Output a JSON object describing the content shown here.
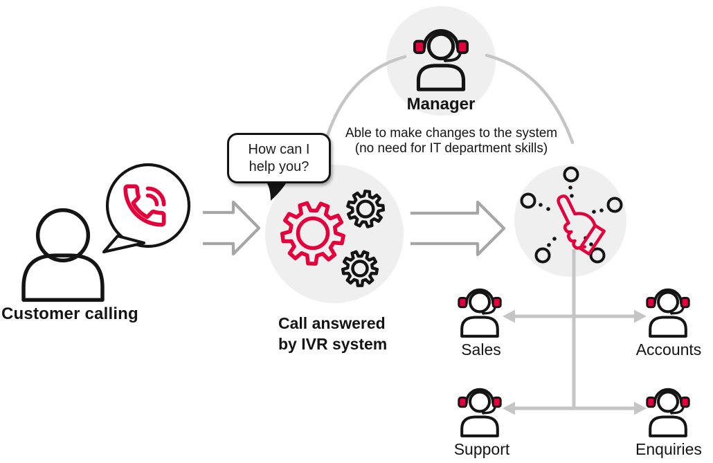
{
  "colors": {
    "accent_red": "#e4003b",
    "ink_black": "#141414",
    "circle_fill": "#efefef",
    "connector_gray": "#c5c5c5",
    "arrow_outline_gray": "#a6a6a6"
  },
  "customer": {
    "label": "Customer calling",
    "person_icon": "person-icon",
    "call_bubble_icon": "phone-call-icon"
  },
  "ivr": {
    "speech_line1": "How can I",
    "speech_line2": "help you?",
    "label_line1": "Call answered",
    "label_line2": "by IVR system",
    "icon": "gears-icon"
  },
  "manager": {
    "label": "Manager",
    "icon": "headset-agent-icon",
    "note_line1": "Able to make changes to the system",
    "note_line2": "(no need for IT department skills)"
  },
  "routing": {
    "icon": "selection-hand-icon"
  },
  "agents": [
    {
      "label": "Sales"
    },
    {
      "label": "Accounts"
    },
    {
      "label": "Support"
    },
    {
      "label": "Enquiries"
    }
  ]
}
